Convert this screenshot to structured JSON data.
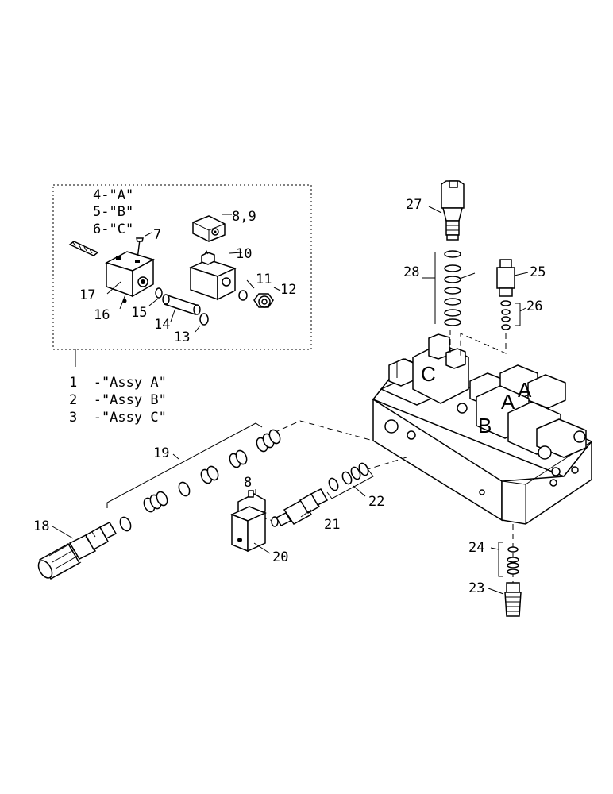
{
  "inset_legend": [
    "4-\"A\"",
    "5-\"B\"",
    "6-\"C\""
  ],
  "assembly_legend": [
    "1  -\"Assy A\"",
    "2  -\"Assy B\"",
    "3  -\"Assy C\""
  ],
  "callouts": {
    "p7": "7",
    "p8_9": "8,9",
    "p10": "10",
    "p11": "11",
    "p12": "12",
    "p13": "13",
    "p14": "14",
    "p15": "15",
    "p16": "16",
    "p17": "17",
    "p18": "18",
    "p19": "19",
    "p8": "8",
    "p20": "20",
    "p21": "21",
    "p22": "22",
    "p23": "23",
    "p24": "24",
    "p25": "25",
    "p26": "26",
    "p27": "27",
    "p28": "28"
  },
  "block_letters": {
    "c": "C",
    "a_upper": "A",
    "a_lower": "A",
    "b": "B"
  }
}
